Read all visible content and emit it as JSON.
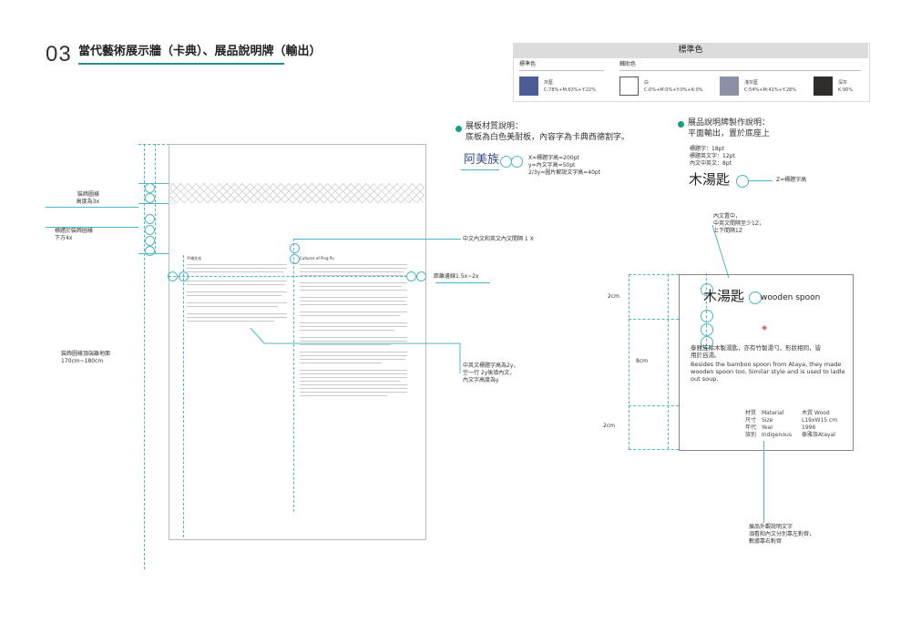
{
  "header": {
    "number": "03",
    "title": "當代藝術展示牆（卡典）、展品說明牌（輸出）"
  },
  "standard_colors": {
    "title": "標準色",
    "primary_label": "標準色",
    "secondary_label": "輔助色",
    "swatches": [
      {
        "name": "灰藍",
        "spec": "C:78%+M:63%+Y:22%",
        "hex": "#4b5d96"
      },
      {
        "name": "白",
        "spec": "C:0%+M:0%+Y:0%+K:0%",
        "hex": "#ffffff"
      },
      {
        "name": "淺灰藍",
        "spec": "C:54%+M:41%+Y:28%",
        "hex": "#8a91a7"
      },
      {
        "name": "深灰",
        "spec": "K:90%",
        "hex": "#2f2c2c"
      }
    ]
  },
  "board_spec": {
    "line1": "展板材質說明：",
    "line2": "底板為白色美耐板，內容字為卡典西德割字。",
    "sample_text": "阿美族",
    "spec_lines": [
      "X=標題字高=200pt",
      "y=內文字高=50pt",
      "2/3y=圖片解說文字高=40pt"
    ]
  },
  "label_spec": {
    "line1": "展品說明牌製作說明：",
    "line2": "平面輸出，置於底座上",
    "font_lines": [
      "標題字：18pt",
      "標題英文字：12pt",
      "內文中英文：8pt"
    ],
    "sample_text": "木湯匙",
    "z_note": "Z=標題字高"
  },
  "left_annotations": {
    "pattern_height": [
      "裝飾圖樣",
      "高度為3x"
    ],
    "title_below": [
      "標題於裝飾圖樣",
      "下方4x"
    ],
    "pattern_floor": [
      "裝飾圖樣頂端離地面",
      "170cm~180cm"
    ]
  },
  "middle_annotations": {
    "cn_en_gap": "中文內文和英文內文間隔 1 X",
    "wall_distance": "距離邊線1.5x~2x",
    "cn_en_title": [
      "中英文標題字高為2y，",
      "空一行 2y後填內文，",
      "內文字高度為y"
    ]
  },
  "right_annotations": {
    "center_note": [
      "內文置中，",
      "中英文間隔至少1Z，",
      "上下間隔1Z"
    ],
    "dimensions": [
      "2cm",
      "8cm",
      "2cm"
    ],
    "outer_note": [
      "展品外觀說明文字",
      "須看和內文分別靠左對齊，",
      "數據靠右對齊"
    ]
  },
  "exhibit_label": {
    "title_cn": "木湯匙",
    "title_en": "wooden spoon",
    "desc_cn": [
      "泰雅族除木製湯匙，亦有竹製湯勺，形狀相同，皆",
      "用於舀湯。"
    ],
    "desc_en": [
      "Besides the bamboo spoon from Ataya, they made",
      "wooden spoon too. Similar style and is used to ladle",
      "out soup."
    ],
    "facts": [
      {
        "cn": "材質",
        "en": "Material",
        "value": "木質 Wood"
      },
      {
        "cn": "尺寸",
        "en": "Size",
        "value": "L19xW15 cm"
      },
      {
        "cn": "年代",
        "en": "Year",
        "value": "1996"
      },
      {
        "cn": "族別",
        "en": "Indigenous",
        "value": "泰雅族Atayal"
      }
    ]
  },
  "panel_preview": {
    "cn_heading": "平埔文化",
    "en_heading": "Cultures of Ping Pu"
  }
}
